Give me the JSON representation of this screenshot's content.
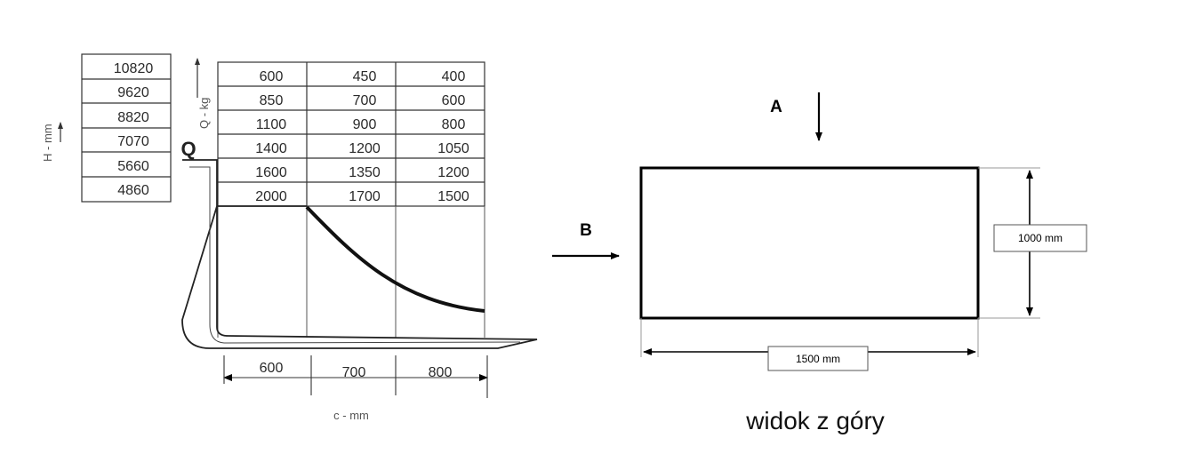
{
  "chart": {
    "height_values": [
      "10820",
      "9620",
      "8820",
      "7070",
      "5660",
      "4860"
    ],
    "height_axis_label": "H - mm",
    "load_symbol": "Q",
    "load_axis_label": "Q - kg",
    "load_rows": [
      [
        "600",
        "450",
        "400"
      ],
      [
        "850",
        "700",
        "600"
      ],
      [
        "1100",
        "900",
        "800"
      ],
      [
        "1400",
        "1200",
        "1050"
      ],
      [
        "1600",
        "1350",
        "1200"
      ],
      [
        "2000",
        "1700",
        "1500"
      ]
    ],
    "center_distances": [
      "600",
      "700",
      "800"
    ],
    "center_axis_label": "c - mm"
  },
  "top_view": {
    "label_a": "A",
    "label_b": "B",
    "height_dim": "1000 mm",
    "width_dim": "1500 mm",
    "caption": "widok z góry"
  }
}
